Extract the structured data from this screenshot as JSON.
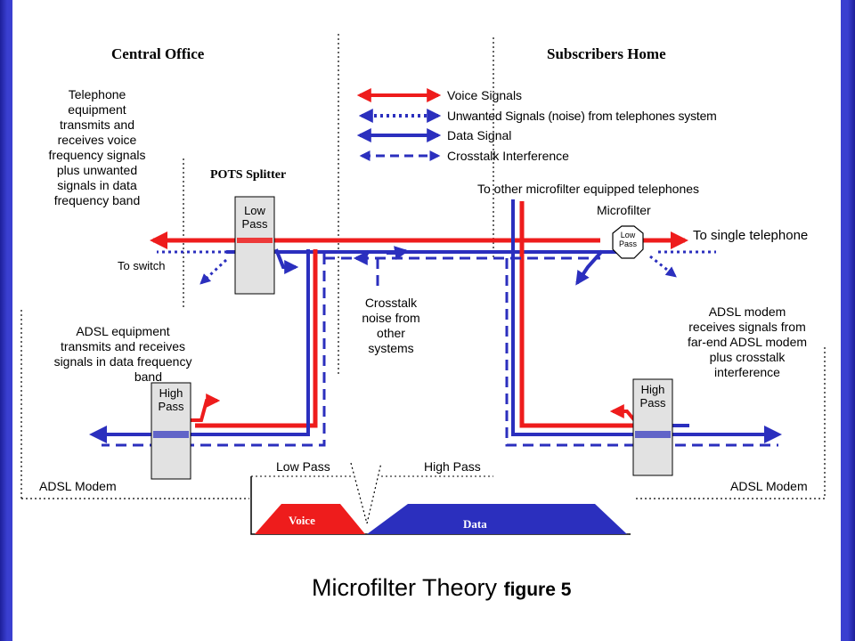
{
  "headers": {
    "left": "Central Office",
    "right": "Subscribers Home"
  },
  "legend": [
    {
      "label": "Voice Signals",
      "color": "#ee1c1c",
      "style": "solid"
    },
    {
      "label": "Unwanted Signals (noise) from telephones system",
      "color": "#2b2fbe",
      "style": "dotted"
    },
    {
      "label": "Data Signal",
      "color": "#2b2fbe",
      "style": "solid"
    },
    {
      "label": "Crosstalk Interference",
      "color": "#2b2fbe",
      "style": "dashed"
    }
  ],
  "central_office": {
    "telephone_note": [
      "Telephone",
      "equipment",
      "transmits and",
      "receives voice",
      "frequency signals",
      "plus unwanted",
      "signals in data",
      "frequency band"
    ],
    "pots_splitter": "POTS Splitter",
    "low_pass_filter": [
      "Low",
      "Pass"
    ],
    "to_switch": "To switch",
    "adsl_note": [
      "ADSL equipment",
      "transmits and receives",
      "signals in data frequency",
      "band"
    ],
    "high_pass_filter": [
      "High",
      "Pass"
    ],
    "adsl_modem": "ADSL Modem"
  },
  "middle": {
    "crosstalk_note": [
      "Crosstalk",
      "noise from",
      "other",
      "systems"
    ],
    "low_pass_label": "Low Pass",
    "high_pass_label": "High Pass",
    "voice_band": "Voice",
    "data_band": "Data"
  },
  "subscriber_home": {
    "other_phones": "To other microfilter equipped telephones",
    "microfilter_label": "Microfilter",
    "microfilter_text": [
      "Low",
      "Pass"
    ],
    "single_phone": "To single telephone",
    "adsl_note": [
      "ADSL modem",
      "receives signals from",
      "far-end ADSL modem",
      "plus crosstalk",
      "interference"
    ],
    "high_pass_filter": [
      "High",
      "Pass"
    ],
    "adsl_modem": "ADSL Modem"
  },
  "caption": {
    "title": "Microfilter Theory",
    "figure": "figure 5"
  },
  "colors": {
    "voice": "#ee1c1c",
    "data": "#2b2fbe",
    "frame": "#2a2fb0",
    "filter_box": "#e2e2e2"
  }
}
